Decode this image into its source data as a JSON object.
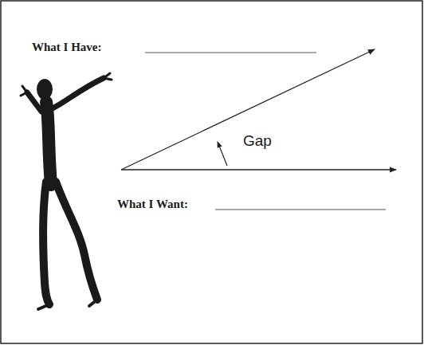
{
  "diagram": {
    "labels": [
      "What I Have:",
      "Gap",
      "What I Want:"
    ]
  }
}
